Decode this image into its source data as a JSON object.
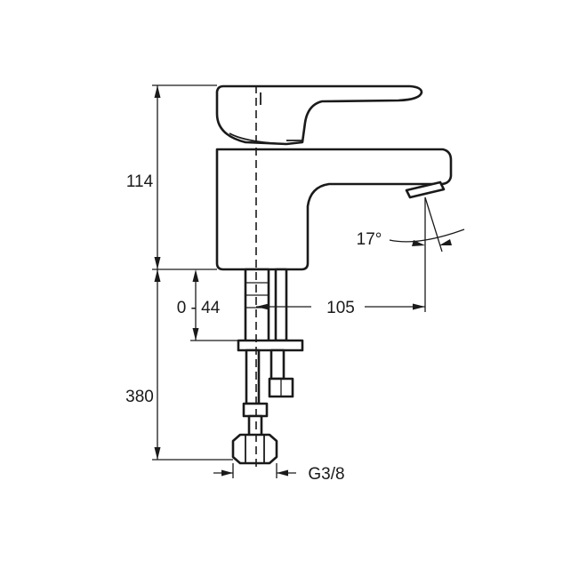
{
  "dimensions": {
    "body_height": "114",
    "adjust_range": "0 - 44",
    "spout_reach": "105",
    "spout_angle": "17°",
    "hose_length": "380",
    "thread": "G3/8"
  }
}
